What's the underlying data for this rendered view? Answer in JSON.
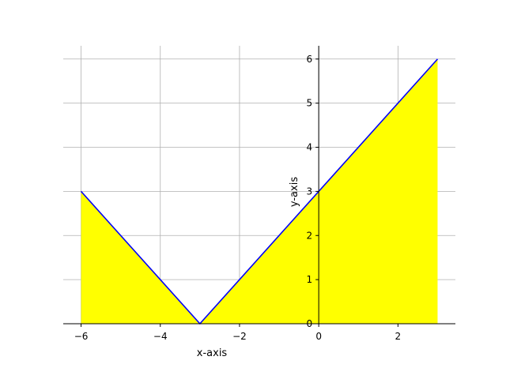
{
  "chart_data": {
    "type": "area",
    "title": "",
    "xlabel": "x-axis",
    "ylabel": "y-axis",
    "xlim": [
      -6.45,
      3.45
    ],
    "ylim": [
      0,
      6.3
    ],
    "grid": true,
    "x_ticks": [
      -6,
      -4,
      -2,
      0,
      2
    ],
    "x_tick_labels": [
      "−6",
      "−4",
      "−2",
      "0",
      "2"
    ],
    "y_ticks": [
      0,
      1,
      2,
      3,
      4,
      5,
      6
    ],
    "y_tick_labels": [
      "0",
      "1",
      "2",
      "3",
      "4",
      "5",
      "6"
    ],
    "series": [
      {
        "x": [
          -6,
          -3,
          3
        ],
        "y": [
          3,
          0,
          6
        ],
        "line_color": "#0000ff",
        "fill_color": "#ffff00"
      }
    ]
  }
}
